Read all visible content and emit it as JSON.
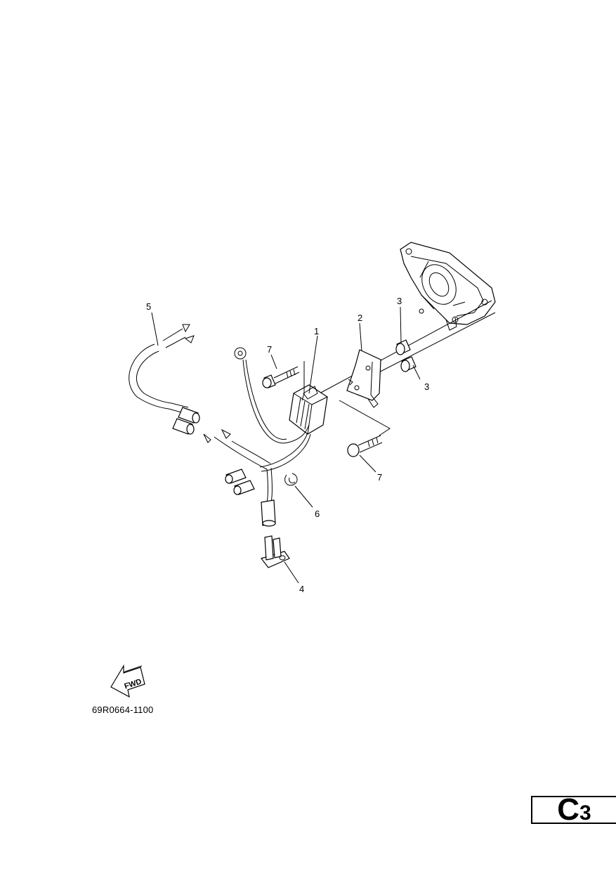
{
  "callouts": {
    "c1": "1",
    "c2": "2",
    "c3a": "3",
    "c3b": "3",
    "c4": "4",
    "c5": "5",
    "c6": "6",
    "c7a": "7",
    "c7b": "7"
  },
  "fwd_arrow": {
    "label": "FWD",
    "icon": "fwd-arrow-icon"
  },
  "catalog_code": "69R0664-1100",
  "section": {
    "letter": "C",
    "number": "3"
  }
}
